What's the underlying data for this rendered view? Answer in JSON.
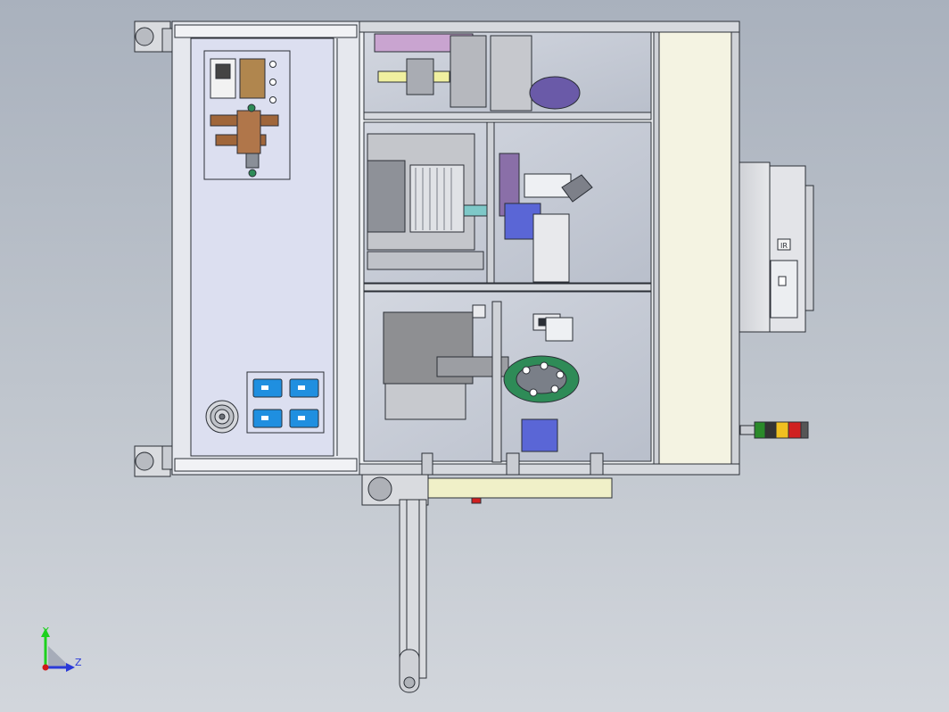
{
  "viewport": {
    "background_top": "#a9b1bd",
    "background_bottom": "#d2d6dc",
    "model_line_color": "#2b2f36"
  },
  "colors": {
    "cabinet_panel": "#dcdff0",
    "frame_aluminium": "#c9ccd2",
    "glass": "#c6cbd6",
    "machine_purple": "#8a6fa8",
    "machine_blue": "#5a66d6",
    "machine_green": "#2e8b57",
    "socket_blue": "#1f8fe0",
    "valve_bronze": "#a0663a",
    "conveyor_panel": "#f0f0c8",
    "stack_light": [
      "#2a8a2a",
      "#f0c020",
      "#d02020",
      "#555555"
    ]
  },
  "panel": {
    "front_badge_text": "IR"
  },
  "triad": {
    "y_label": "Y",
    "z_label": "Z",
    "y_color": "#1dd11d",
    "z_color": "#2a3ad8",
    "origin_color": "#d01818"
  },
  "components": [
    "electrical-cabinet",
    "air-filter-regulator",
    "power-sockets",
    "cooling-fan",
    "machine-frame",
    "servo-motor-box",
    "stack-light",
    "belt-conveyor",
    "caster-wheels"
  ]
}
